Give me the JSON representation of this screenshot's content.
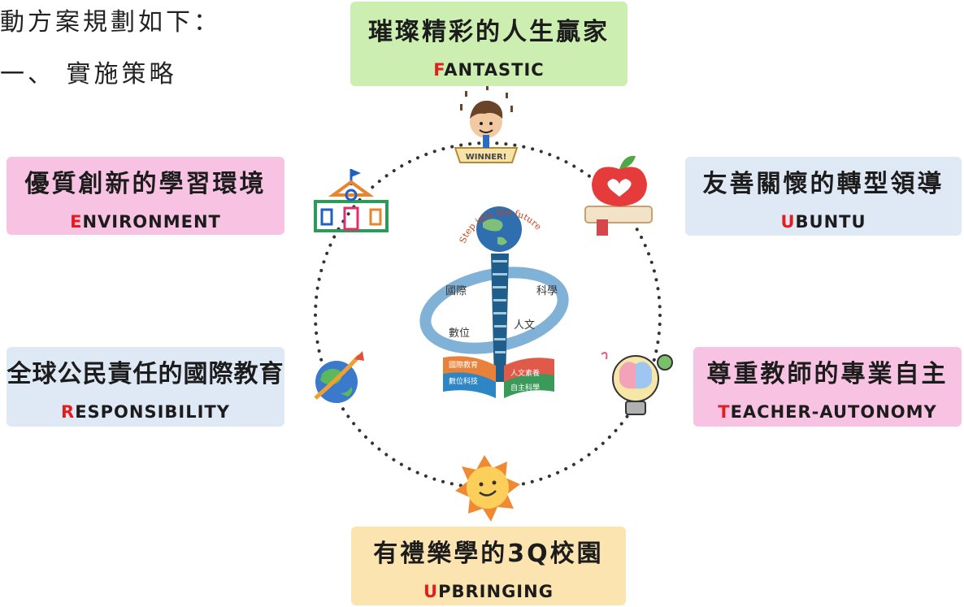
{
  "heading": {
    "line1": "動方案規劃如下：",
    "line2": "一、 實施策略"
  },
  "boxes": [
    {
      "id": "top",
      "zh": "璀璨精彩的人生贏家",
      "en_first": "F",
      "en_rest": "ANTASTIC",
      "color": "#cdeeb1"
    },
    {
      "id": "left-top",
      "zh": "優質創新的學習環境",
      "en_first": "E",
      "en_rest": "NVIRONMENT",
      "color": "#f8c3e2"
    },
    {
      "id": "right-top",
      "zh": "友善關懷的轉型領導",
      "en_first": "U",
      "en_rest": "BUNTU",
      "color": "#dfe8f5"
    },
    {
      "id": "left-bottom",
      "zh": "全球公民責任的國際教育",
      "en_first": "R",
      "en_rest": "ESPONSIBILITY",
      "color": "#dfe8f5"
    },
    {
      "id": "right-bottom",
      "zh": "尊重教師的專業自主",
      "en_first": "T",
      "en_rest": "EACHER-AUTONOMY",
      "color": "#f8c3e2"
    },
    {
      "id": "bottom",
      "zh": "有禮樂學的3Q校園",
      "en_first": "U",
      "en_rest": "PBRINGING",
      "color": "#fbe4b0"
    }
  ],
  "center": {
    "arc_text": "Step into the future",
    "words": [
      "國際",
      "科學",
      "數位",
      "人文"
    ],
    "books": [
      "國際教育",
      "人文素養",
      "數位科技",
      "自主科學"
    ]
  },
  "winner_text": "WINNER!",
  "colors": {
    "red_letter": "#e02020",
    "dots": "#333333"
  }
}
